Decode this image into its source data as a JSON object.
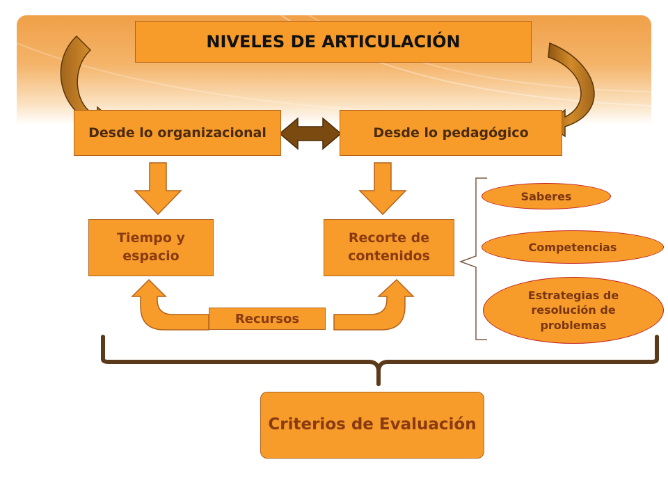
{
  "title": "NIVELES DE ARTICULACIÓN",
  "org": "Desde lo organizacional",
  "ped": "Desde lo pedagógico",
  "tiempo": "Tiempo y espacio",
  "recorte": "Recorte de contenidos",
  "recursos": "Recursos",
  "saberes": "Saberes",
  "competencias": "Competencias",
  "estrategias": "Estrategias de resolución de problemas",
  "criterios": "Criterios de Evaluación",
  "colors": {
    "box_fill": "#f79c2a",
    "box_border": "#b3621a",
    "brown_arrow": "#7a4a10",
    "brace": "#5a3a1a",
    "oval_border": "#c02020"
  }
}
